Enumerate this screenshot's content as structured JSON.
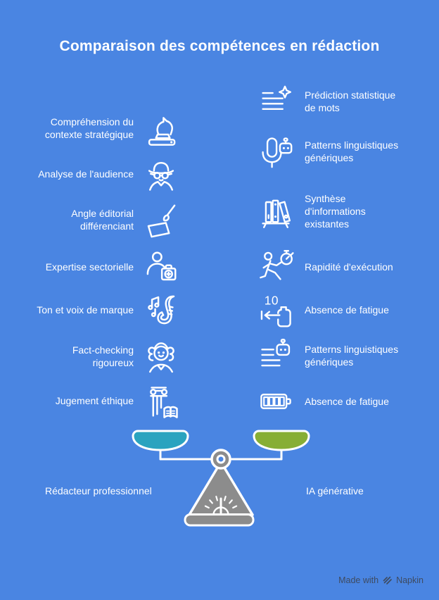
{
  "page": {
    "title": "Comparaison des compétences en rédaction",
    "background_color": "#4a85e2",
    "text_color": "#ffffff"
  },
  "left_column": {
    "side_label": "Rédacteur professionnel",
    "pan_color": "#2aa3bf",
    "items": [
      {
        "label": "Compréhension du\ncontexte stratégique",
        "icon": "chess-knight-icon"
      },
      {
        "label": "Analyse de l'audience",
        "icon": "detective-icon"
      },
      {
        "label": "Angle éditorial\ndifférenciant",
        "icon": "paintbrush-canvas-icon"
      },
      {
        "label": "Expertise sectorielle",
        "icon": "person-toolcase-icon"
      },
      {
        "label": "Ton et voix de marque",
        "icon": "saxophone-notes-icon"
      },
      {
        "label": "Fact-checking\nrigoureux",
        "icon": "woman-curly-hair-icon"
      },
      {
        "label": "Jugement éthique",
        "icon": "greek-column-book-icon"
      }
    ]
  },
  "right_column": {
    "side_label": "IA générative",
    "pan_color": "#87ae35",
    "items": [
      {
        "label": "Prédiction statistique\nde mots",
        "icon": "text-lines-sparkle-icon"
      },
      {
        "label": "Patterns linguistiques\ngénériques",
        "icon": "microphone-robot-icon"
      },
      {
        "label": "Synthèse\nd'informations\nexistantes",
        "icon": "binders-shelf-icon"
      },
      {
        "label": "Rapidité d'exécution",
        "icon": "runner-stopwatch-icon"
      },
      {
        "label": "Absence de fatigue",
        "icon": "count-reset-arrow-icon",
        "icon_text": "10"
      },
      {
        "label": "Patterns linguistiques\ngénériques",
        "icon": "text-lines-robot-icon"
      },
      {
        "label": "Absence de fatigue",
        "icon": "battery-icon"
      }
    ]
  },
  "scale": {
    "pedestal_color": "#8c8c8c",
    "outline_color": "#ffffff"
  },
  "footer": {
    "made_with": "Made with",
    "brand": "Napkin"
  }
}
